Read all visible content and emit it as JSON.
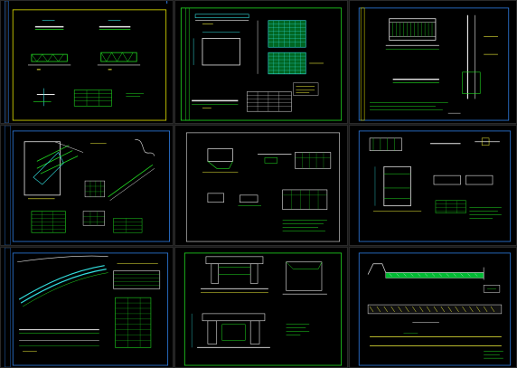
{
  "window": {
    "title": ""
  },
  "sheets": [
    {
      "id": "sheet-1",
      "label": ""
    },
    {
      "id": "sheet-2",
      "label": ""
    },
    {
      "id": "sheet-3",
      "label": ""
    },
    {
      "id": "sheet-4",
      "label": ""
    },
    {
      "id": "sheet-5",
      "label": ""
    },
    {
      "id": "sheet-6",
      "label": ""
    },
    {
      "id": "sheet-7",
      "label": ""
    },
    {
      "id": "sheet-8",
      "label": ""
    },
    {
      "id": "sheet-9",
      "label": ""
    }
  ],
  "colors": {
    "background": "#000000",
    "gap": "#1c1c1c",
    "frame_blue": "#2f7fe6",
    "frame_yellow": "#e6e600",
    "line_green": "#22dd22",
    "line_white": "#e8e8e8",
    "line_cyan": "#33e0e0",
    "line_yellow": "#f2f23a",
    "line_red": "#ff3b3b",
    "line_magenta": "#e040e0",
    "table_green": "#1fd41f"
  }
}
